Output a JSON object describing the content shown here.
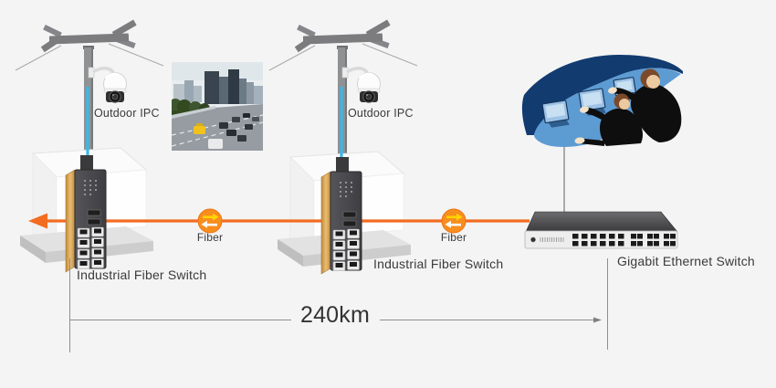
{
  "background_color": "#F4F4F4",
  "accent_color": "#F26C21",
  "cable_color": "#3BB8E8",
  "text_color": "#3A3A3A",
  "cameras": [
    {
      "label": "Outdoor IPC"
    },
    {
      "label": "Outdoor IPC"
    }
  ],
  "switches": [
    {
      "label": "Industrial Fiber Switch"
    },
    {
      "label": "Industrial Fiber Switch"
    }
  ],
  "core_switch": {
    "label": "Gigabit Ethernet Switch"
  },
  "fiber_links": [
    {
      "label": "Fiber"
    },
    {
      "label": "Fiber"
    }
  ],
  "distance": {
    "label": "240km"
  },
  "icons": {
    "camera": "ptz-dome-camera-icon",
    "pole": "camera-pole-icon",
    "fiber_link": "fiber-transceiver-icon",
    "direction_arrow": "fiber-direction-arrow-icon",
    "control_room": "monitoring-center-illustration",
    "traffic_photo": "highway-traffic-photo",
    "core_switch": "rackmount-switch-icon",
    "industrial_switch": "din-rail-switch-icon"
  }
}
